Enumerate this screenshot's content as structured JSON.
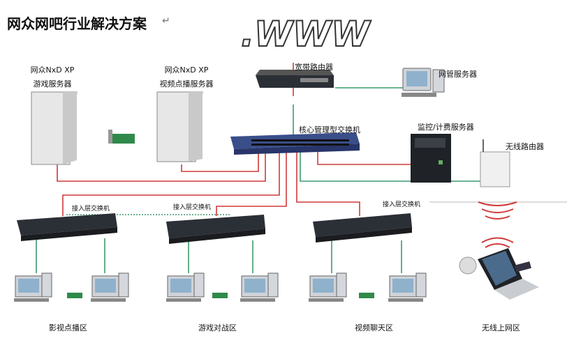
{
  "title": "网众网吧行业解决方案",
  "return_mark": "↵",
  "www": ".WWW",
  "servers": {
    "game_server": {
      "line1": "网众NxD XP",
      "line2": "游戏服务器"
    },
    "video_server": {
      "line1": "网众NxD XP",
      "line2": "视频点播服务器"
    }
  },
  "labels": {
    "broadband_router": "宽带路由器",
    "netmgmt_server": "网管服务器",
    "core_switch": "核心管理型交换机",
    "billing_server": "监控/计费服务器",
    "wireless_router": "无线路由器",
    "access_switch_1": "接入层交换机",
    "access_switch_2": "接入层交换机",
    "access_switch_3": "接入层交换机"
  },
  "zones": {
    "video_zone": "影视点播区",
    "game_zone": "游戏对战区",
    "chat_zone": "视频聊天区",
    "wireless_zone": "无线上网区"
  },
  "colors": {
    "link_red": "#d03a3a",
    "link_green": "#3c9a6e",
    "device_dark": "#2b2f36",
    "switch_blue": "#3a4e8a"
  }
}
